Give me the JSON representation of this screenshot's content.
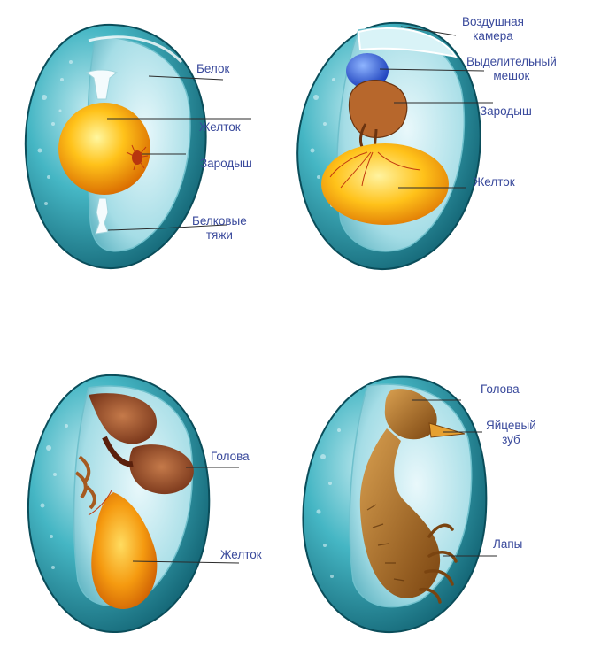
{
  "stages": [
    {
      "labels": [
        {
          "lines": [
            "Белок"
          ]
        },
        {
          "lines": [
            "Желток"
          ]
        },
        {
          "lines": [
            "Зародыш"
          ]
        },
        {
          "lines": [
            "Белковые",
            "тяжи"
          ]
        }
      ]
    },
    {
      "labels": [
        {
          "lines": [
            "Воздушная",
            "камера"
          ]
        },
        {
          "lines": [
            "Выделительный",
            "мешок"
          ]
        },
        {
          "lines": [
            "Зародыш"
          ]
        },
        {
          "lines": [
            "Желток"
          ]
        }
      ]
    },
    {
      "labels": [
        {
          "lines": [
            "Голова"
          ]
        },
        {
          "lines": [
            "Желток"
          ]
        }
      ]
    },
    {
      "labels": [
        {
          "lines": [
            "Голова"
          ]
        },
        {
          "lines": [
            "Яйцевый",
            "зуб"
          ]
        },
        {
          "lines": [
            "Лапы"
          ]
        }
      ]
    }
  ],
  "colors": {
    "label_text": "#3a4a9c",
    "leader_line": "#2b2b2b",
    "shell": "#2fa7b5",
    "yolk": "#f5b800",
    "embryo": "#a0522d",
    "sac": "#1e5bd8",
    "chick": "#b9782c"
  }
}
